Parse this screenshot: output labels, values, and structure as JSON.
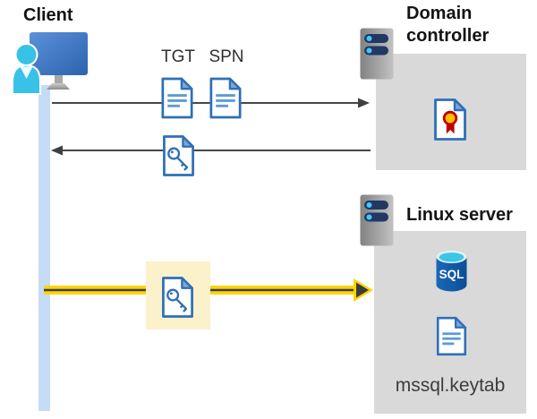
{
  "client": {
    "label": "Client"
  },
  "domain_controller": {
    "label": "Domain controller"
  },
  "linux_server": {
    "label": "Linux server",
    "sql_badge": "SQL",
    "keytab_file": "mssql.keytab"
  },
  "tickets": {
    "tgt": "TGT",
    "spn": "SPN"
  },
  "colors": {
    "box_gray": "#d9d9d9",
    "highlight_yellow_bg": "#fbf2cb",
    "arrow_dark": "#474747",
    "arrow_yellow": "#ffd400",
    "client_lifeline_blue": "#c5dcf7",
    "doc_border_blue": "#2e6fb7",
    "doc_fold_blue": "#7ba7d7",
    "doc_text_line_blue": "#5b9bd5",
    "monitor_blue": "#3b78c6",
    "person_cyan": "#38c2e8",
    "server_bar_navy": "#203864",
    "server_dot_cyan": "#44c8f5",
    "sql_body_blue": "#0f5aa8",
    "sql_top_cyan": "#3cc5e6",
    "certificate_red": "#c00000",
    "certificate_gold": "#ffc000"
  }
}
